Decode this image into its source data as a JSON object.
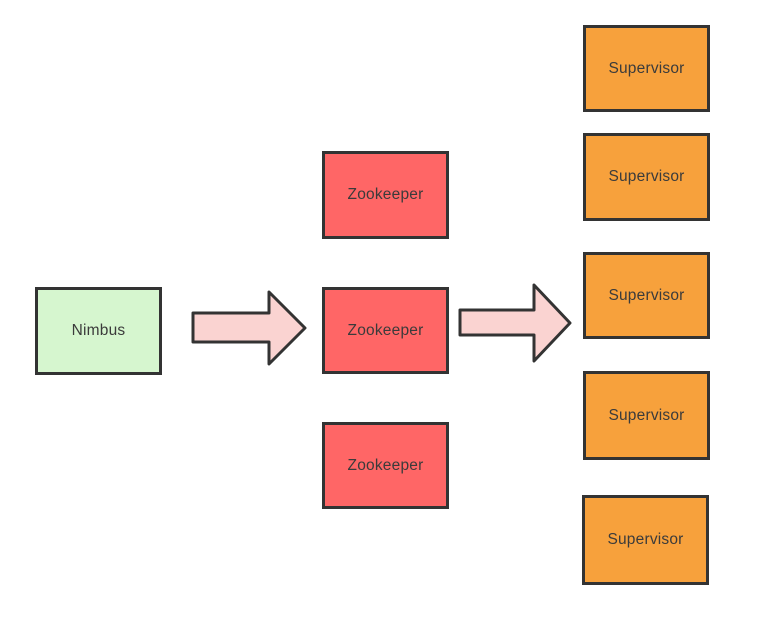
{
  "diagram": {
    "background": "#ffffff",
    "stroke": "#333333",
    "text_color": "#3b3b3b"
  },
  "nodes": [
    {
      "id": "nimbus",
      "label": "Nimbus",
      "fill": "#d6f6cf"
    },
    {
      "id": "zookeeper-1",
      "label": "Zookeeper",
      "fill": "#ff6666"
    },
    {
      "id": "zookeeper-2",
      "label": "Zookeeper",
      "fill": "#ff6666"
    },
    {
      "id": "zookeeper-3",
      "label": "Zookeeper",
      "fill": "#ff6666"
    },
    {
      "id": "supervisor-1",
      "label": "Supervisor",
      "fill": "#f7a13c"
    },
    {
      "id": "supervisor-2",
      "label": "Supervisor",
      "fill": "#f7a13c"
    },
    {
      "id": "supervisor-3",
      "label": "Supervisor",
      "fill": "#f7a13c"
    },
    {
      "id": "supervisor-4",
      "label": "Supervisor",
      "fill": "#f7a13c"
    },
    {
      "id": "supervisor-5",
      "label": "Supervisor",
      "fill": "#f7a13c"
    }
  ],
  "arrows": [
    {
      "id": "arrow-nimbus-to-zookeeper",
      "direction": "right",
      "fill": "#fad3d1"
    },
    {
      "id": "arrow-zookeeper-to-supervisor",
      "direction": "right",
      "fill": "#fad3d1"
    }
  ]
}
